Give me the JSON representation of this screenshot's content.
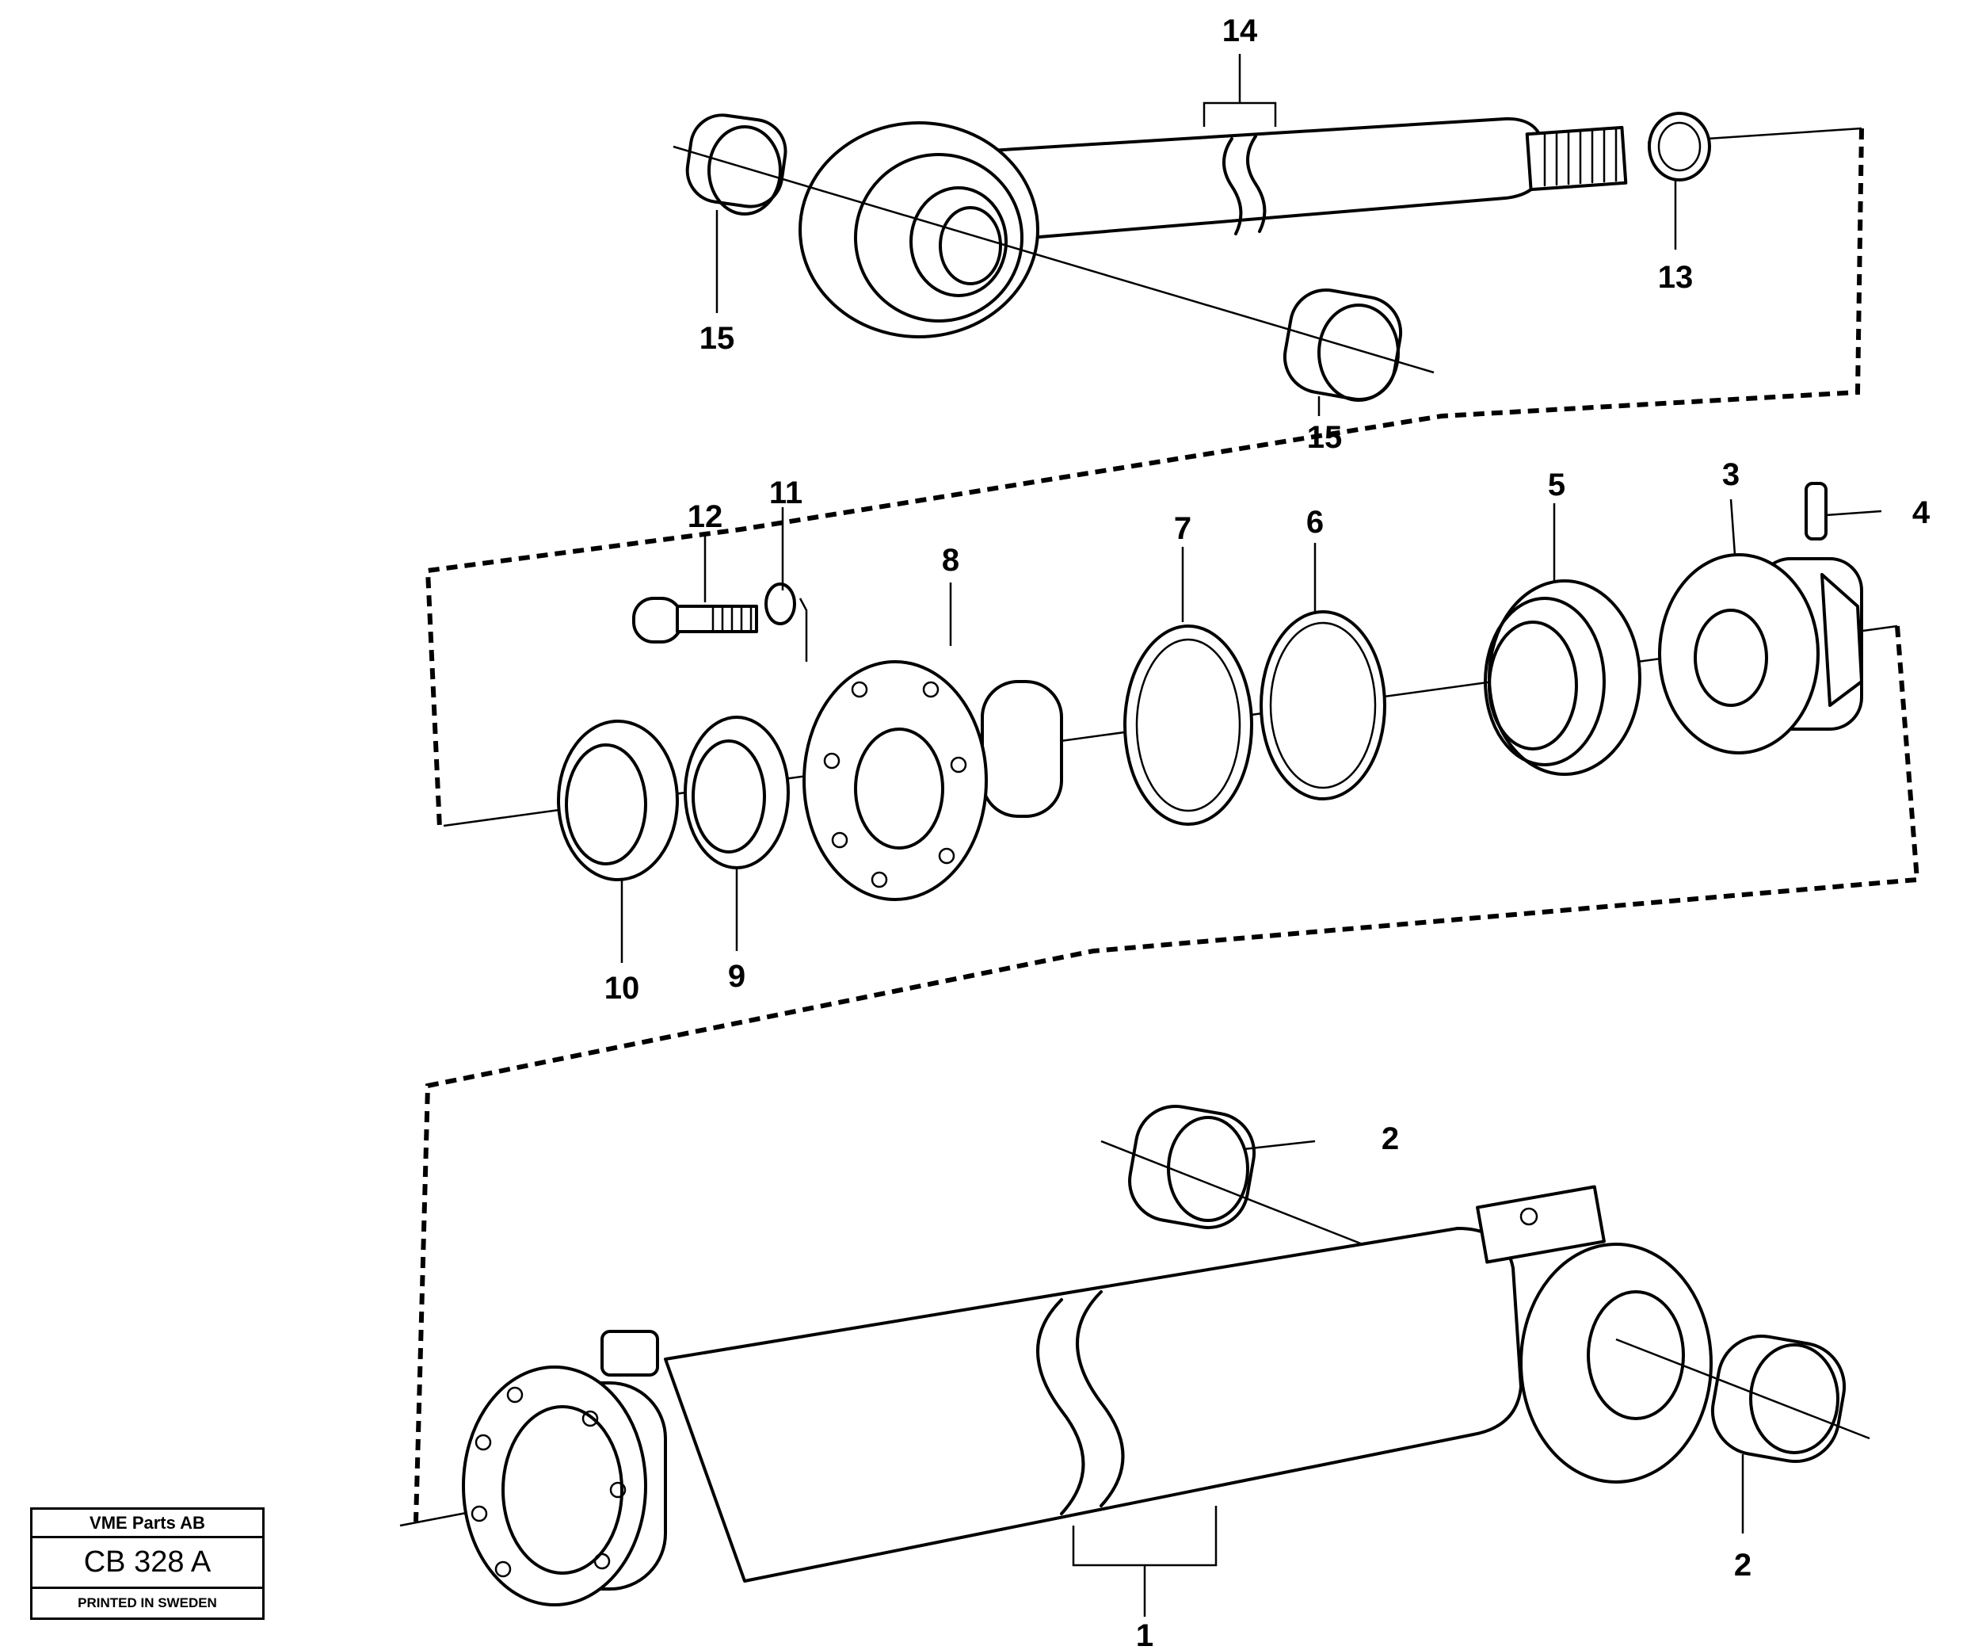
{
  "labels": {
    "p1": "1",
    "p2a": "2",
    "p2b": "2",
    "p3": "3",
    "p4": "4",
    "p5": "5",
    "p6": "6",
    "p7": "7",
    "p8": "8",
    "p9": "9",
    "p10": "10",
    "p11": "11",
    "p12": "12",
    "p13": "13",
    "p14": "14",
    "p15a": "15",
    "p15b": "15"
  },
  "stamp": {
    "company": "VME Parts AB",
    "code": "CB 328 A",
    "printed": "PRINTED IN SWEDEN"
  }
}
